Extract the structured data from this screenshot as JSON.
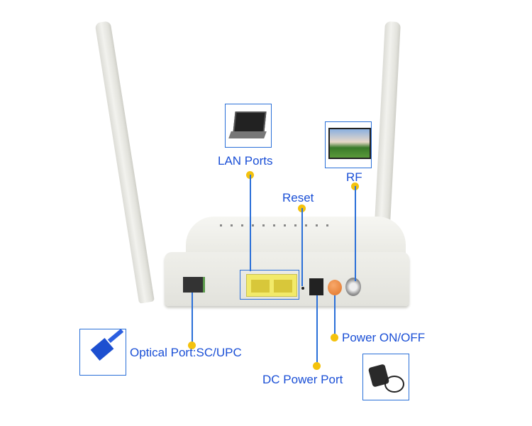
{
  "labels": {
    "lan_ports": "LAN Ports",
    "rf": "RF",
    "reset": "Reset",
    "optical_port": "Optical Port:SC/UPC",
    "power_switch": "Power ON/OFF",
    "dc_power_port": "DC Power Port"
  },
  "icons": {
    "laptop": "laptop-icon",
    "tv": "tv-icon",
    "fiber_connector": "sc-fiber-connector-icon",
    "power_adapter": "power-adapter-icon"
  },
  "colors": {
    "label_text": "#1a4fd6",
    "leader_line": "#2a6fd8",
    "dot": "#f4c20d",
    "lan_port": "#f2ea6a",
    "power_button": "#f08a3a",
    "router_body": "#eeeeea"
  }
}
